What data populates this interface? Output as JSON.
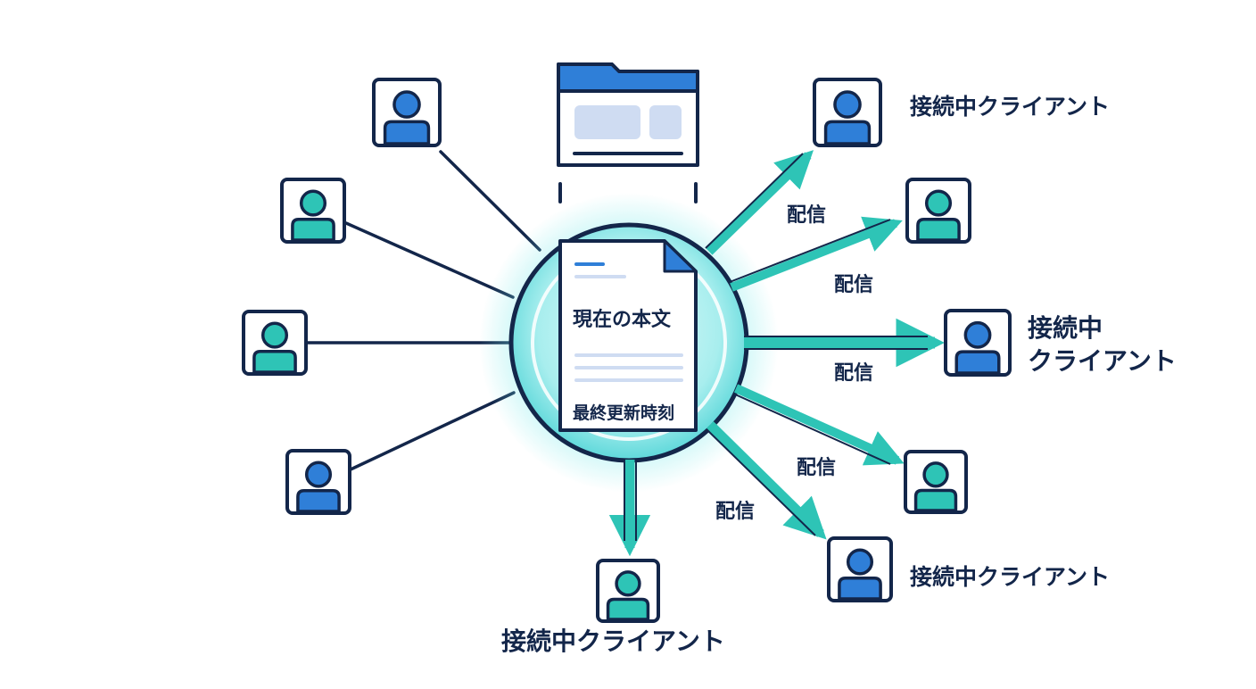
{
  "document": {
    "title": "現在の本文",
    "timestamp": "最終更新時刻"
  },
  "distribute_label": "配信",
  "client_label": "接続中クライアント",
  "client_label_line1": "接続中",
  "client_label_line2": "クライアント",
  "colors": {
    "navy": "#13264a",
    "teal": "#2ec4b6",
    "blue": "#2f7fd8",
    "light_blue": "#cfdcf2",
    "glow": "#6fe6e6"
  },
  "icons": [
    "folder-icon",
    "document-icon",
    "user-icon",
    "arrow-icon"
  ]
}
